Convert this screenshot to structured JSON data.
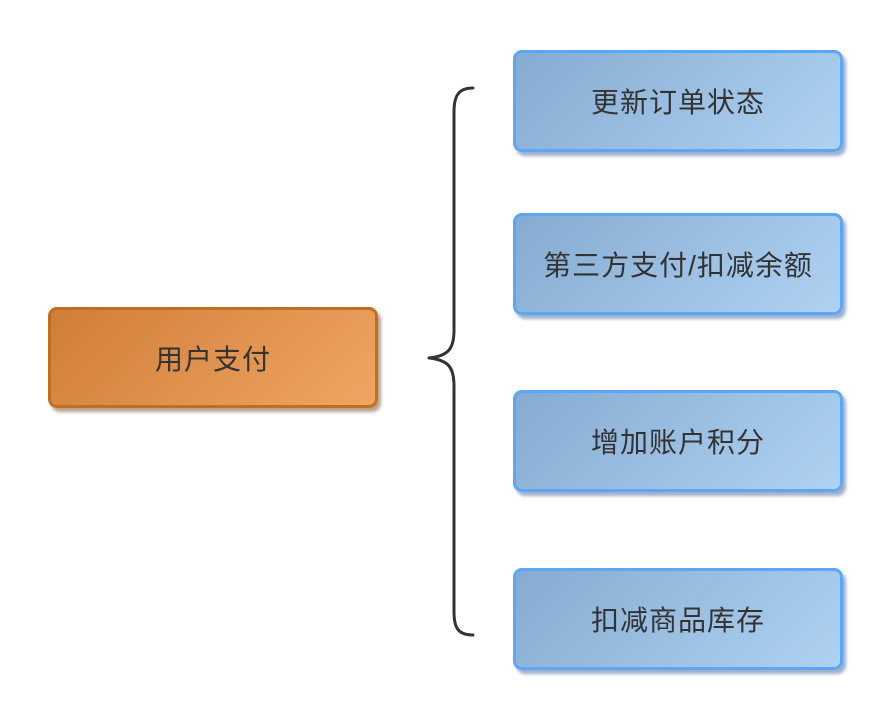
{
  "diagram": {
    "root": {
      "label": "用户支付"
    },
    "children": [
      {
        "label": "更新订单状态"
      },
      {
        "label": "第三方支付/扣减余额"
      },
      {
        "label": "增加账户积分"
      },
      {
        "label": "扣减商品库存"
      }
    ],
    "colors": {
      "background": "#ffffff",
      "text": "#333333",
      "brace": "#333333",
      "root_border": "#c26d1f",
      "root_fill_start": "#cf7e37",
      "root_fill_end": "#f0a564",
      "child_border": "#5ca7f3",
      "child_fill_start": "#86abd1",
      "child_fill_end": "#afd2f2"
    }
  }
}
